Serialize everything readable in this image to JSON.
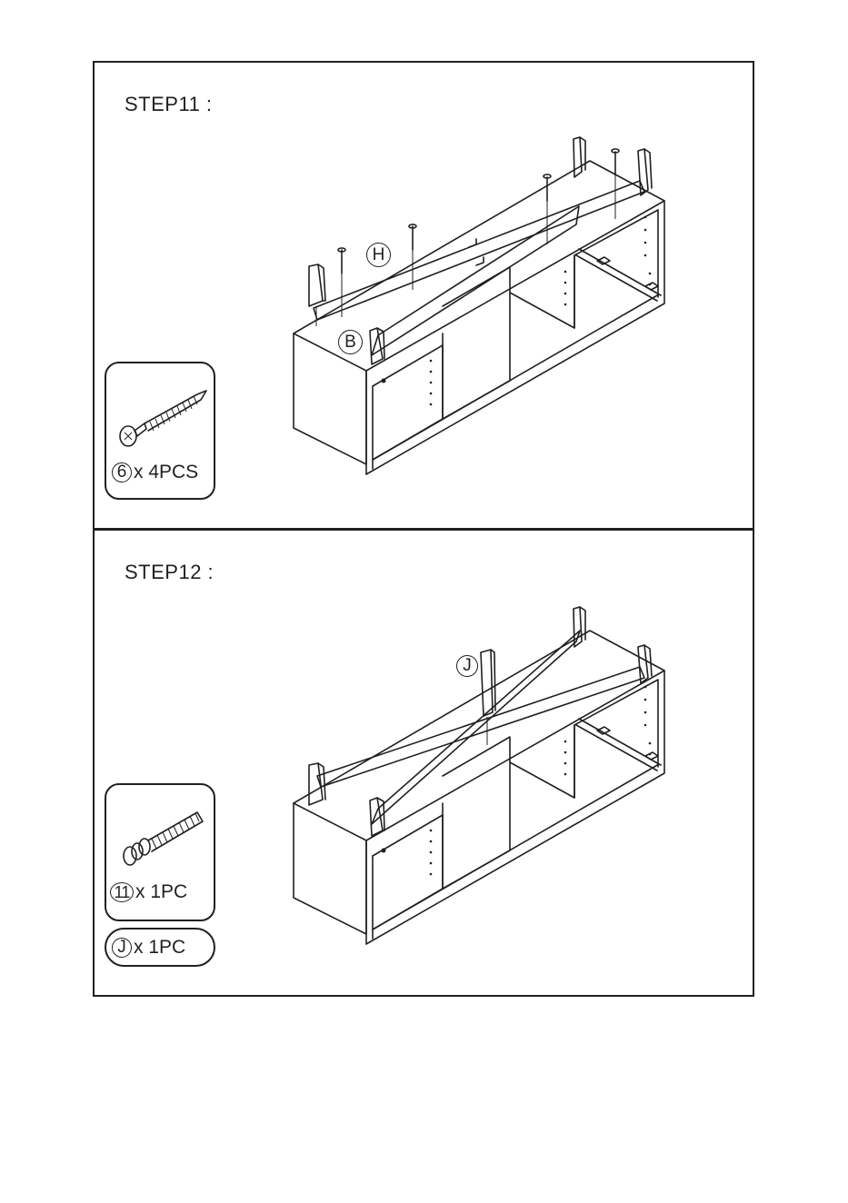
{
  "steps": [
    {
      "title": "STEP11 :",
      "callouts": [
        "H",
        "B"
      ],
      "hardware": [
        {
          "id": "6",
          "qty": "x 4PCS",
          "icon": "screw-icon"
        }
      ]
    },
    {
      "title": "STEP12 :",
      "callouts": [
        "J"
      ],
      "hardware": [
        {
          "id": "11",
          "qty": "x 1PC",
          "icon": "bolt-icon"
        },
        {
          "id": "J",
          "qty": "x 1PC",
          "icon": ""
        }
      ]
    }
  ],
  "colors": {
    "ink": "#231f20",
    "paper": "#ffffff"
  }
}
